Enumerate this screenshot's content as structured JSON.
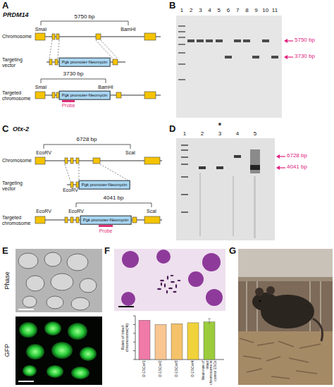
{
  "diagram": {
    "nodes": [
      {
        "text": [
          "Pgk promoter-Neomycin"
        ]
      },
      {
        "text": [
          "Pgk promoter-Neomycin"
        ]
      },
      {
        "text": [
          "Pgk promoter-Neomycin"
        ]
      },
      {
        "text": [
          "Pgk promoter-Neomycin"
        ]
      }
    ],
    "labels": [
      "A",
      "PRDM14",
      "5750 bp",
      "SmaI",
      "BamHI",
      "Chromosome",
      "Targeting vector",
      "3730 bp",
      "SmaI",
      "BamHI",
      "Targeted chromosome",
      "Probe",
      "B",
      "1",
      "2",
      "3",
      "4",
      "5",
      "6",
      "7",
      "8",
      "9",
      "10",
      "11",
      "5750 bp",
      "3730 bp",
      "C",
      "Otx-2",
      "6728 bp",
      "EcoRV",
      "ScaI",
      "Chromosome",
      "Targeting vector",
      "EcoRV",
      "4041 bp",
      "EcoRV",
      "EcoRV",
      "ScaI",
      "Targeted chromosome",
      "Probe",
      "D",
      "1",
      "2",
      "3",
      "4",
      "5",
      "*",
      "6728 bp",
      "4041 bp",
      "E",
      "Phase",
      "GFP",
      "F",
      "Rates of intact chromosome(%)",
      "O ESCs#1",
      "O ESCs#2",
      "O ESCs#3",
      "O ESCs#4",
      "Mean rate of intact chromosome in control ESCs",
      "G"
    ]
  }
}
